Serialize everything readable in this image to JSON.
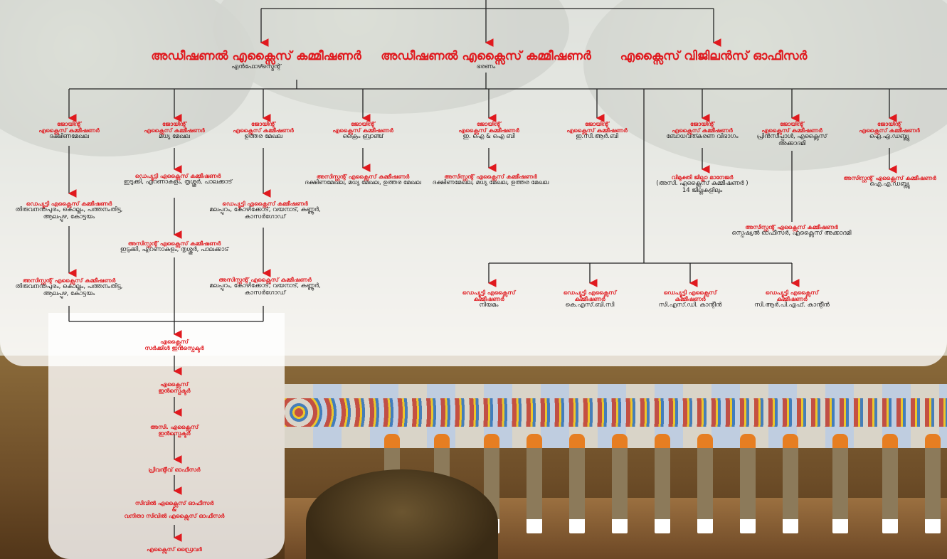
{
  "colors": {
    "accent": "#e0191e",
    "line": "#222222"
  },
  "top": {
    "enforcement": {
      "title": "അഡീഷണൽ എക്സൈസ് കമ്മീഷണർ",
      "sub": "എൻഫോഴ്സ്മെന്റ്"
    },
    "admin": {
      "title": "അഡീഷണൽ എക്സൈസ് കമ്മീഷണർ",
      "sub": "ഭരണം"
    },
    "vigilance": {
      "title": "എക്സൈസ് വിജിലൻസ് ഓഫീസർ"
    }
  },
  "joint": {
    "title_1": "ജോയിന്റ്",
    "title_2": "എക്സൈസ് കമ്മീഷണർ",
    "items": [
      {
        "sub": "ദക്ഷിണമേഖല"
      },
      {
        "sub": "മധ്യ മേഖല"
      },
      {
        "sub": "ഉത്തര മേഖല"
      },
      {
        "sub": "ക്രൈം ബ്രാഞ്ച്"
      },
      {
        "sub": "ഇ. ഐ & ഐ ബി"
      },
      {
        "sub": "ഇ.സി.ആർ.ബി"
      },
      {
        "sub": "ബോധവത്കരണ വിഭാഗം"
      },
      {
        "sub": "പ്രിൻസിപ്പാൾ, എക്സൈസ് അക്കാദമി"
      },
      {
        "sub": "ഐ.എ.ഡബ്ല്യു"
      }
    ]
  },
  "south": {
    "deputy": {
      "title": "ഡെപ്യൂട്ടി എക്സൈസ് കമ്മീഷണർ",
      "sub": "തിരുവനന്തപുരം, കൊല്ലം, പത്തനംതിട്ട, ആലപ്പുഴ, കോട്ടയം"
    },
    "assistant": {
      "title": "അസിസ്റ്റന്റ് എക്സൈസ് കമ്മീഷണർ",
      "sub": "തിരുവനന്തപുരം, കൊല്ലം, പത്തനംതിട്ട, ആലപ്പുഴ, കോട്ടയം"
    }
  },
  "central": {
    "deputy": {
      "title": "ഡെപ്യൂട്ടി എക്സൈസ് കമ്മീഷണർ",
      "sub": "ഇടുക്കി, എറണാകുളം, തൃശ്ശൂർ, പാലക്കാട്"
    },
    "assistant": {
      "title": "അസിസ്റ്റന്റ് എക്സൈസ് കമ്മീഷണർ",
      "sub": "ഇടുക്കി, എറണാകുളം, തൃശ്ശൂർ, പാലക്കാട്"
    }
  },
  "north": {
    "deputy": {
      "title": "ഡെപ്യൂട്ടി എക്സൈസ് കമ്മീഷണർ",
      "sub": "മലപ്പുറം, കോഴിക്കോട്, വയനാട്, കണ്ണൂർ, കാസർഗോഡ്"
    },
    "assistant": {
      "title": "അസിസ്റ്റന്റ് എക്സൈസ് കമ്മീഷണർ",
      "sub": "മലപ്പുറം, കോഴിക്കോട്, വയനാട്, കണ്ണൂർ, കാസർഗോഡ്"
    }
  },
  "crime": {
    "assistant": {
      "title": "അസിസ്റ്റന്റ് എക്സൈസ് കമ്മീഷണർ",
      "sub": "ദക്ഷിണമേഖല, മധ്യ മേഖല, ഉത്തര മേഖല"
    }
  },
  "eiib": {
    "assistant": {
      "title": "അസിസ്റ്റന്റ് എക്സൈസ് കമ്മീഷണർ",
      "sub": "ദക്ഷിണമേഖല, മധ്യ മേഖല, ഉത്തര മേഖല"
    }
  },
  "vimukthi": {
    "title": "വിമുക്തി ജില്ലാ മാനേജർ",
    "sub1": "(അസി. എക്സൈസ് കമ്മീഷണർ )",
    "sub2": "14 ജില്ലകളിലും"
  },
  "academy": {
    "assistant": {
      "title": "അസിസ്റ്റന്റ് എക്സൈസ് കമ്മീഷണർ",
      "sub": "സ്പെഷ്യൽ ഓഫീസർ, എക്സൈസ് അക്കാദമി"
    }
  },
  "iaw": {
    "assistant": {
      "title": "അസിസ്റ്റന്റ് എക്സൈസ് കമ്മീഷണർ",
      "sub": "ഐ.എ.ഡബ്ല്യു"
    }
  },
  "deputies_bottom": {
    "title_1": "ഡെപ്യൂട്ടി എക്സൈസ്",
    "title_2": "കമ്മീഷണർ",
    "items": [
      {
        "sub": "നിയമം"
      },
      {
        "sub": "കെ.എസ്.ബി.സി"
      },
      {
        "sub": "സി.എസ്.ഡി. കാന്റീൻ"
      },
      {
        "sub": "സി.ആർ.പി.എഫ്. കാന്റീൻ"
      }
    ]
  },
  "chain": {
    "circle_1": "എക്സൈസ്",
    "circle_2": "സർക്കിൾ ഇൻസ്പെക്ടർ",
    "insp_1": "എക്സൈസ്",
    "insp_2": "ഇൻസ്പെക്ടർ",
    "asi_1": "അസി. എക്സൈസ്",
    "asi_2": "ഇൻസ്പെക്ടർ",
    "preventive": "പ്രിവന്റീവ് ഓഫീസർ",
    "civil_1": "സിവിൽ എക്സൈസ് ഓഫീസർ",
    "civil_amp": "&",
    "civil_2": "വനിതാ സിവിൽ എക്സൈസ് ഓഫീസർ",
    "driver": "എക്സൈസ് ഡ്രൈവർ"
  }
}
